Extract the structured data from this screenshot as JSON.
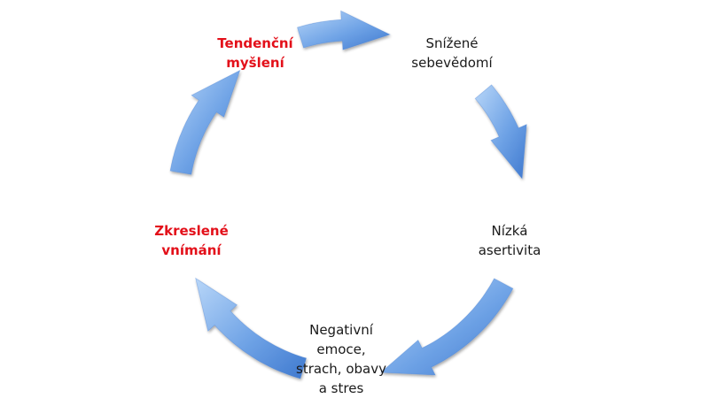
{
  "colors": {
    "arrow_light": "#a9ccf5",
    "arrow_mid": "#6fa3e6",
    "arrow_dark": "#3f79cf",
    "text_default": "#1a1a1a",
    "text_highlight": "#e3101a"
  },
  "nodes": [
    {
      "id": "tendencni-mysleni",
      "lines": [
        "Tendenční",
        "myšlení"
      ],
      "highlight": true
    },
    {
      "id": "snizene-sebevedomi",
      "lines": [
        "Snížené",
        "sebevědomí"
      ],
      "highlight": false
    },
    {
      "id": "nizka-asertivita",
      "lines": [
        "Nízká",
        "asertivita"
      ],
      "highlight": false
    },
    {
      "id": "negativni-emoce",
      "lines": [
        "Negativní",
        "emoce,",
        "strach, obavy",
        "a stres"
      ],
      "highlight": false
    },
    {
      "id": "zkreslene-vnimani",
      "lines": [
        "Zkreslené",
        "vnímání"
      ],
      "highlight": true
    }
  ]
}
